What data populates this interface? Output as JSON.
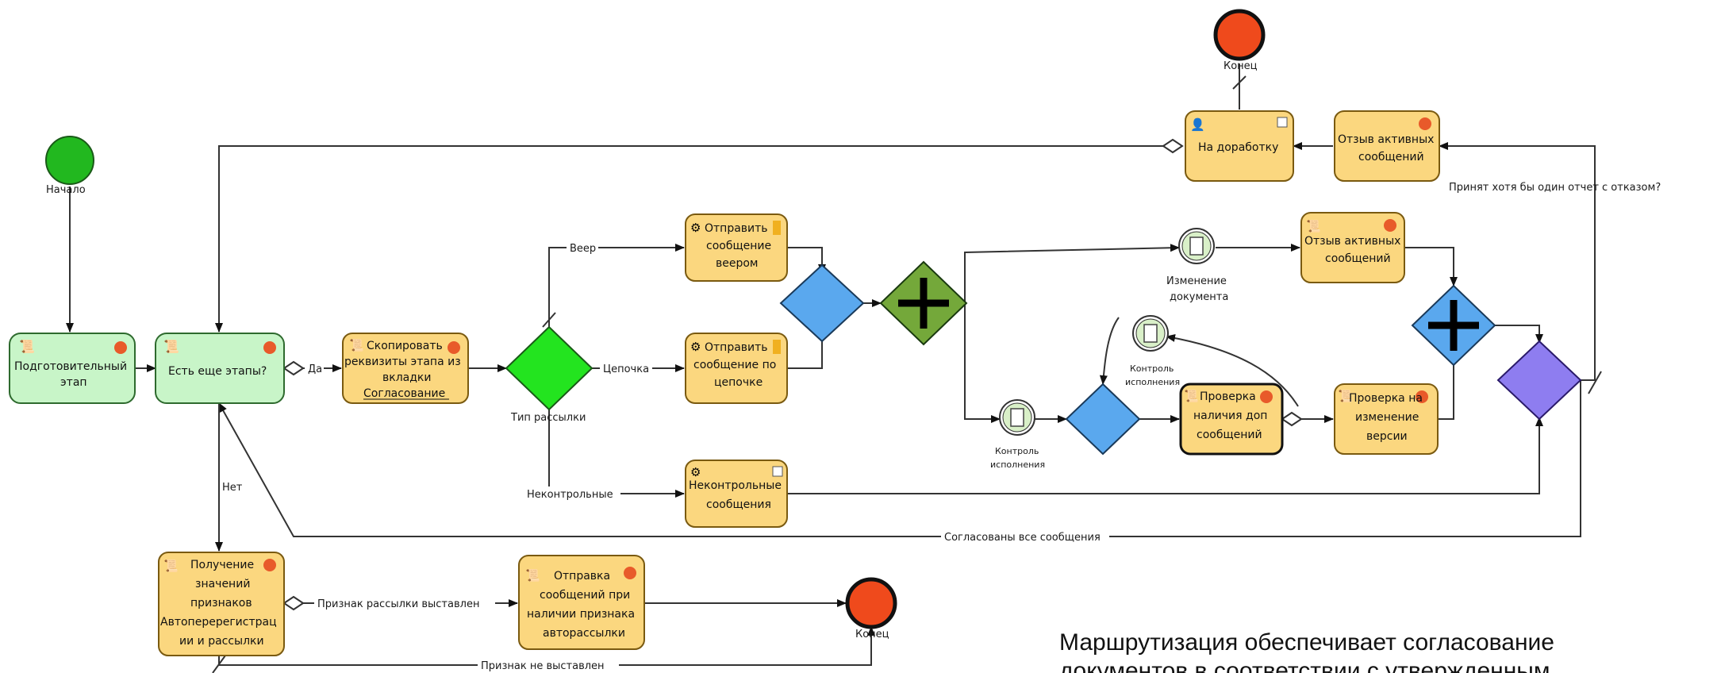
{
  "events": {
    "start": {
      "label": "Начало"
    },
    "end_top": {
      "label": "Конец"
    },
    "end_bottom": {
      "label": "Конец"
    }
  },
  "tasks": {
    "prep": {
      "lines": [
        "Подготовительный",
        "этап"
      ]
    },
    "more_stages": {
      "lines": [
        "Есть еще этапы?"
      ]
    },
    "copy_details": {
      "lines": [
        "Скопировать",
        "реквизиты этапа из",
        "вкладки",
        "Согласование"
      ]
    },
    "send_fan": {
      "lines": [
        "Отправить",
        "сообщение",
        "веером"
      ]
    },
    "send_chain": {
      "lines": [
        "Отправить",
        "сообщение по",
        "цепочке"
      ]
    },
    "noncontrol_msgs": {
      "lines": [
        "Неконтрольные",
        "сообщения"
      ]
    },
    "rework": {
      "lines": [
        "На доработку"
      ]
    },
    "revoke_top": {
      "lines": [
        "Отзыв активных",
        "сообщений"
      ]
    },
    "revoke_mid": {
      "lines": [
        "Отзыв активных",
        "сообщений"
      ]
    },
    "check_extra": {
      "lines": [
        "Проверка",
        "наличия доп",
        "сообщений"
      ]
    },
    "check_version": {
      "lines": [
        "Проверка на",
        "изменение",
        "версии"
      ]
    },
    "get_flags": {
      "lines": [
        "Получение",
        "значений",
        "признаков",
        "Автоперерегистрац",
        "ии и рассылки"
      ]
    },
    "send_auto": {
      "lines": [
        "Отправка",
        "сообщений при",
        "наличии признака",
        "авторассылки"
      ]
    }
  },
  "intermediate": {
    "doc_change": {
      "lines": [
        "Изменение",
        "документа"
      ]
    },
    "control_exec_1": {
      "lines": [
        "Контроль",
        "исполнения"
      ]
    },
    "control_exec_2": {
      "lines": [
        "Контроль",
        "исполнения"
      ]
    }
  },
  "gateways": {
    "mailing_type": {
      "label": "Тип рассылки"
    }
  },
  "flows": {
    "yes": "Да",
    "no": "Нет",
    "fan": "Веер",
    "chain": "Цепочка",
    "noncontrol": "Неконтрольные",
    "accepted_refusal": "Принят хотя бы один отчет с отказом?",
    "all_agreed": "Согласованы все сообщения",
    "flag_set": "Признак рассылки выставлен",
    "flag_not_set": "Признак не выставлен"
  },
  "caption": {
    "line1": "Маршрутизация обеспечивает согласование",
    "line2": "документов в соответствии с утвержденным"
  },
  "colors": {
    "task_fill": "#fbd77f",
    "task_stroke": "#7a5a10",
    "green_task_fill": "#c8f5c8",
    "start_fill": "#22b81f",
    "end_fill": "#ef4a1c",
    "gateway_green": "#23e41f",
    "gateway_blue": "#5aa8ee",
    "gateway_parallel_green": "#74a83a",
    "gateway_purple": "#8e7df0"
  }
}
